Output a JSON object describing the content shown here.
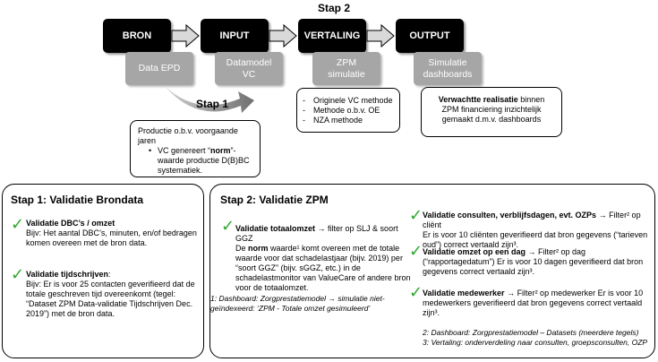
{
  "header": {
    "stap2": "Stap 2",
    "stap1": "Stap 1"
  },
  "flow": {
    "boxes": [
      "BRON",
      "INPUT",
      "VERTALING",
      "OUTPUT"
    ],
    "sub": [
      "Data EPD",
      "Datamodel\nVC",
      "ZPM\nsimulatie",
      "Simulatie\ndashboards"
    ]
  },
  "stap1_note": {
    "line1": "Productie o.b.v. voorgaande jaren",
    "bullet_pre": "VC genereert “",
    "bullet_bold": "norm",
    "bullet_post": "”-waarde productie D(B)BC systematiek."
  },
  "methods": [
    "Originele VC methode",
    "Methode o.b.v. OE",
    "NZA methode"
  ],
  "realisatie": {
    "bold": "Verwachtte realisatie",
    "rest": " binnen ZPM financiering inzichtelijk gemaakt d.m.v. dashboards"
  },
  "panel1": {
    "title": "Stap 1: Validatie Brondata",
    "item1_title": "Validatie DBC’s / omzet",
    "item1_text": "Bijv: Het aantal DBC’s, minuten, en/of bedragen komen overeen met de bron data.",
    "item2_title": "Validatie tijdschrijven",
    "item2_text": "Bijv: Er is voor 25 contacten geverifieerd dat de totale geschreven tijd overeenkomt (tegel: “Dataset ZPM Data-validatie Tijdschrijven Dec. 2019”) met de bron data."
  },
  "panel2": {
    "title": "Stap 2: Validatie ZPM",
    "tot_title": "Validatie totaalomzet",
    "tot_rest": " → filter op SLJ & soort GGZ",
    "tot_text_pre": "De ",
    "tot_text_bold": "norm",
    "tot_text_post": " waarde¹ komt overeen met de totale waarde voor dat schadelastjaar (bijv. 2019) per “soort GGZ” (bijv. sGGZ, etc.) in de schadelastmonitor van ValueCare of andere bron voor de totaalomzet.",
    "footnote1": "1: Dashboard: Zorgprestatiemodel → simulatie niet-geïndexeerd: ‘ZPM - Totale omzet gesimuleerd’",
    "c1_title": "Validatie consulten, verblijfsdagen, evt. OZPs",
    "c1_rest": " → Filter² op cliënt",
    "c1_text": "Er is voor 10 cliënten geverifieerd dat bron gegevens (“tarieven oud”) correct vertaald zijn³.",
    "c2_title": "Validatie omzet op een dag",
    "c2_rest": " → Filter² op dag",
    "c2_text": "(“rapportagedatum”) Er is voor 10 dagen geverifieerd dat bron gegevens correct vertaald zijn³.",
    "c3_title": "Validatie medewerker",
    "c3_rest": " → Filter² op medewerker Er is voor 10 medewerkers geverifieerd dat bron gegevens correct vertaald zijn³.",
    "footnote2": "2: Dashboard: Zorgprestatiemodel – Datasets (meerdere tegels)",
    "footnote3": "3: Vertaling: onderverdeling naar consulten, groepsconsulten, OZP"
  },
  "colors": {
    "check": "#2ea82e",
    "black": "#000000",
    "grey": "#a6a6a6"
  },
  "icons": [
    "check-icon",
    "arrow-right-icon",
    "curved-arrow-icon"
  ]
}
